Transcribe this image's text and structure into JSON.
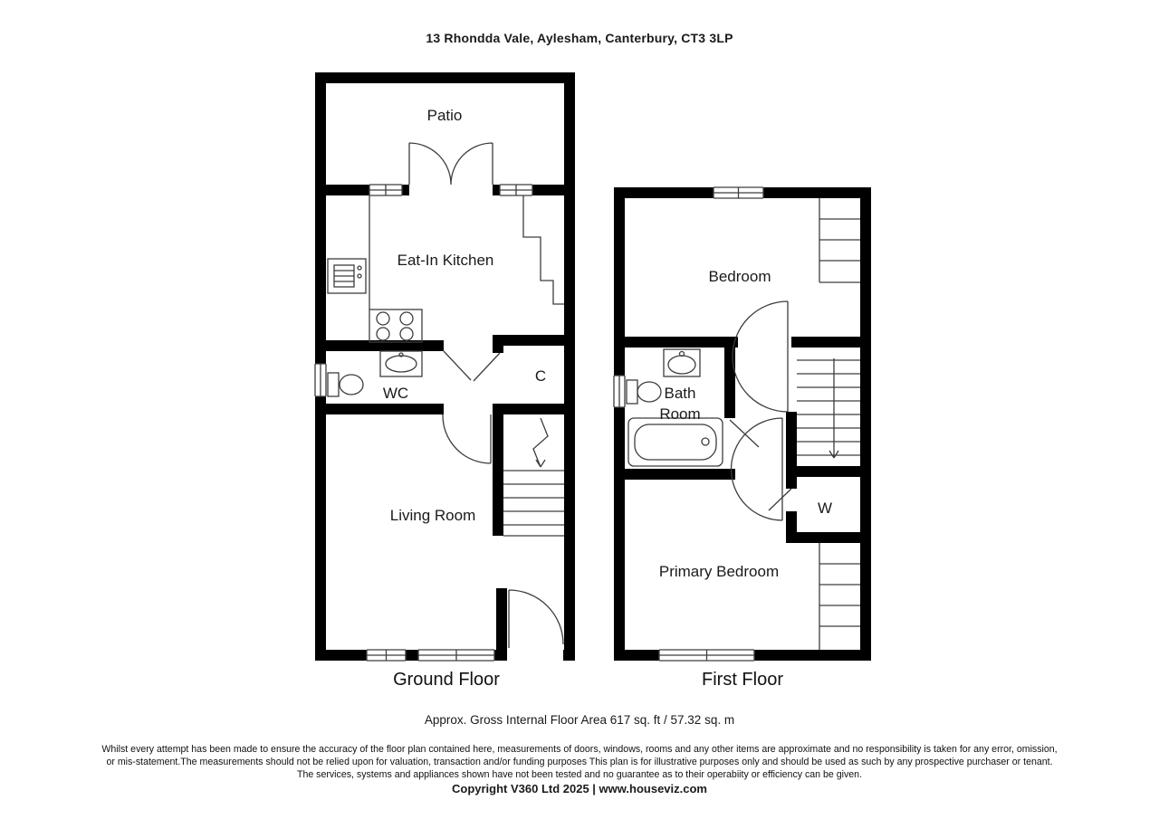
{
  "title": "13 Rhondda Vale, Aylesham, Canterbury, CT3 3LP",
  "colors": {
    "wall": "#000000",
    "line": "#3d3d3d",
    "label_text": "#1a1a1a"
  },
  "floors": {
    "ground": {
      "name": "Ground Floor",
      "rooms": {
        "patio": "Patio",
        "kitchen": "Eat-In Kitchen",
        "wc": "WC",
        "cupboard": "C",
        "living_room": "Living Room"
      }
    },
    "first": {
      "name": "First Floor",
      "rooms": {
        "bedroom": "Bedroom",
        "bathroom_line1": "Bath",
        "bathroom_line2": "Room",
        "wardrobe": "W",
        "primary_bedroom": "Primary Bedroom"
      }
    }
  },
  "footer": {
    "area_note": "Approx. Gross Internal Floor Area 617 sq. ft / 57.32 sq. m",
    "disclaimer_lines": [
      "Whilst every attempt has been made to ensure the accuracy of the floor plan contained here, measurements of doors, windows, rooms and any other items are approximate and no responsibility is taken for any error, omission,",
      "or mis-statement.The measurements should not be relied upon for valuation, transaction and/or funding purposes This plan is for illustrative purposes only and should be used as such by any prospective purchaser or tenant.",
      "The services, systems and appliances shown have not been tested and no guarantee as to their operabiity or efficiency can be given."
    ],
    "copyright": "Copyright V360 Ltd 2025 | www.houseviz.com"
  }
}
